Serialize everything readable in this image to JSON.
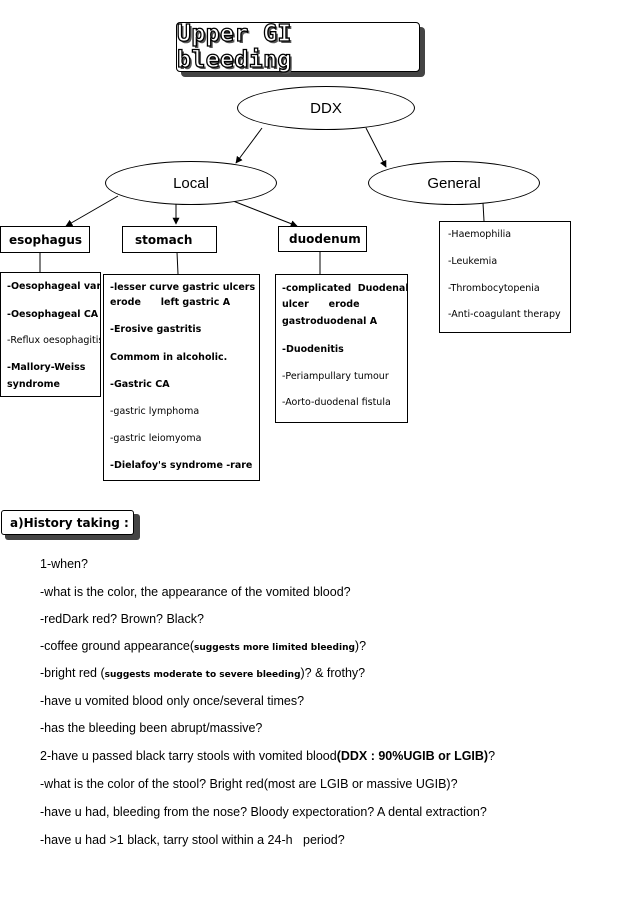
{
  "title": "Upper GI bleeding",
  "ddx_label": "DDX",
  "local_label": "Local",
  "general_label": "General",
  "categories": {
    "esophagus": {
      "label": "esophagus",
      "items": [
        {
          "text": "-Oesophageal varices",
          "bold": true
        },
        {
          "text": "-Oesophageal CA",
          "bold": true
        },
        {
          "text": "-Reflux oesophagitis",
          "bold": false
        },
        {
          "text": "-Mallory-Weiss",
          "bold": true
        },
        {
          "text": "syndrome",
          "bold": true
        }
      ]
    },
    "stomach": {
      "label": "stomach",
      "items": [
        {
          "text": "-lesser curve gastric ulcers",
          "bold": true
        },
        {
          "text": "erode      left gastric A",
          "bold": true
        },
        {
          "text": "-Erosive gastritis",
          "bold": true
        },
        {
          "text": "Commom in alcoholic.",
          "bold": true
        },
        {
          "text": "-Gastric CA",
          "bold": true
        },
        {
          "text": "-gastric lymphoma",
          "bold": false
        },
        {
          "text": "-gastric leiomyoma",
          "bold": false
        },
        {
          "text": "-Dielafoy's syndrome -rare",
          "bold": true
        }
      ]
    },
    "duodenum": {
      "label": "duodenum",
      "items": [
        {
          "text": "-complicated  Duodenal",
          "bold": true
        },
        {
          "text": "ulcer      erode",
          "bold": true
        },
        {
          "text": "gastroduodenal A",
          "bold": true
        },
        {
          "text": "-Duodenitis",
          "bold": true
        },
        {
          "text": "-Periampullary tumour",
          "bold": false
        },
        {
          "text": "-Aorto-duodenal fistula",
          "bold": false
        }
      ]
    },
    "general": {
      "items": [
        {
          "text": "-Haemophilia",
          "bold": false
        },
        {
          "text": "-Leukemia",
          "bold": false
        },
        {
          "text": "-Thrombocytopenia",
          "bold": false
        },
        {
          "text": "-Anti-coagulant therapy",
          "bold": false
        }
      ]
    }
  },
  "history": {
    "heading": "a)History taking :",
    "questions": [
      {
        "main": "1-when?"
      },
      {
        "main": "-what is the color, the appearance of the vomited blood?"
      },
      {
        "main": "-redDark red? Brown? Black?"
      },
      {
        "main": "-coffee ground appearance(",
        "small": "suggests more limited bleeding",
        "tail": ")?"
      },
      {
        "main": "-bright red (",
        "small": "suggests moderate to severe bleeding",
        "tail": ")? & frothy?"
      },
      {
        "main": "-have u vomited blood only once/several times?"
      },
      {
        "main": "-has the bleeding been abrupt/massive?"
      },
      {
        "main": "2-have u passed black tarry stools with vomited blood",
        "bold": "(DDX : 90%UGIB or LGIB)",
        "tail": "?"
      },
      {
        "main": "-what is the color of the stool? Bright red(most are LGIB or massive UGIB)?"
      },
      {
        "main": "-have u had, bleeding from the nose? Bloody expectoration? A dental extraction?"
      },
      {
        "main": "-have u had >1 black, tarry stool within a 24-h   period?"
      }
    ]
  }
}
